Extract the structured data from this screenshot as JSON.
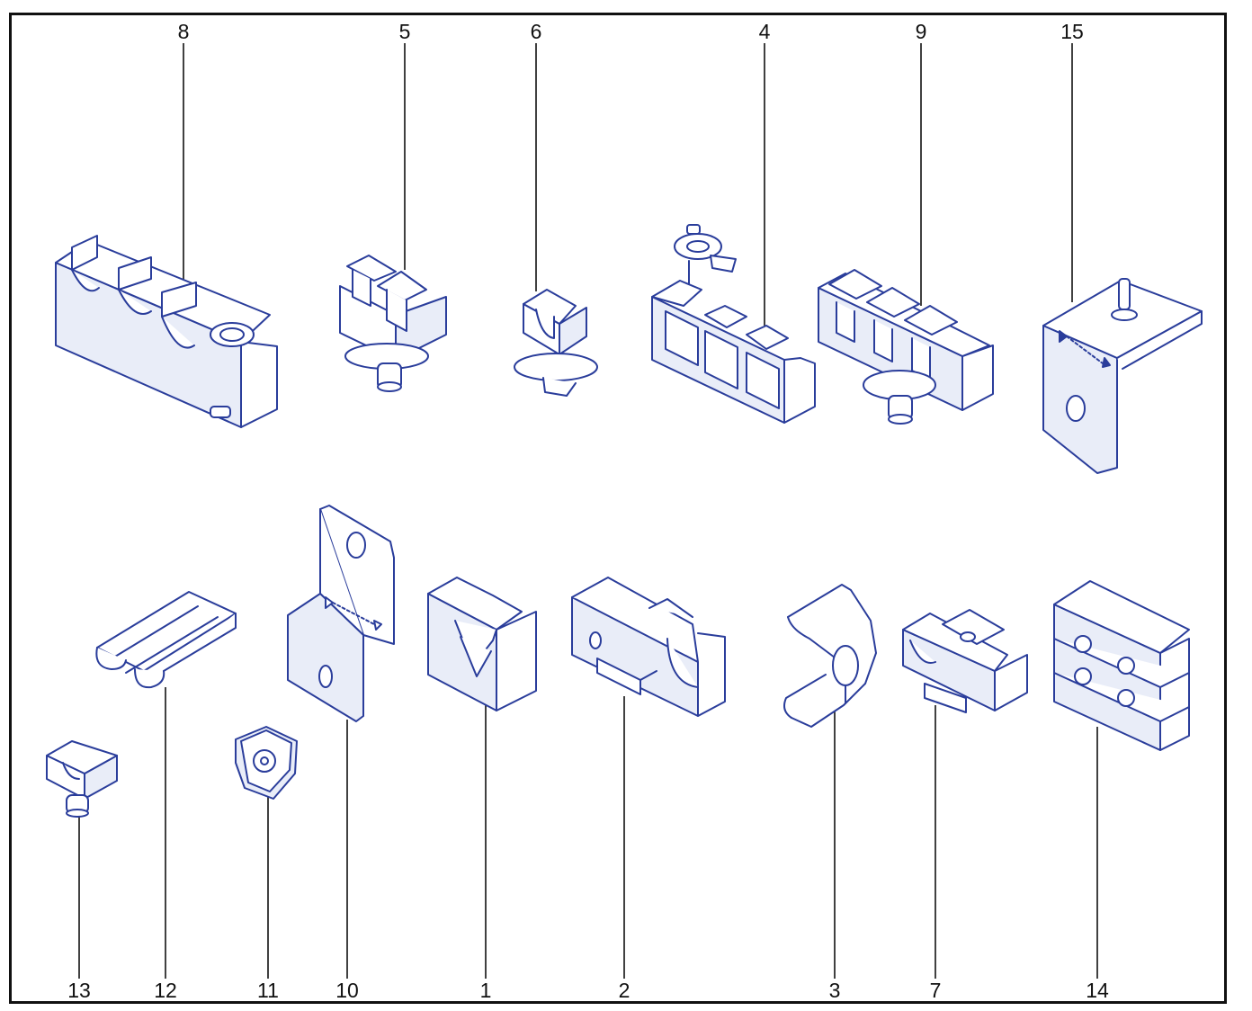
{
  "diagram": {
    "colors": {
      "outline": "#2a3d9b",
      "fill": "#ffffff",
      "shade": "#e9edf8",
      "leader": "#111111",
      "frame": "#111111"
    },
    "callouts": [
      {
        "id": "8",
        "label": "8"
      },
      {
        "id": "5",
        "label": "5"
      },
      {
        "id": "6",
        "label": "6"
      },
      {
        "id": "4",
        "label": "4"
      },
      {
        "id": "9",
        "label": "9"
      },
      {
        "id": "15",
        "label": "15"
      },
      {
        "id": "13",
        "label": "13"
      },
      {
        "id": "12",
        "label": "12"
      },
      {
        "id": "11",
        "label": "11"
      },
      {
        "id": "10",
        "label": "10"
      },
      {
        "id": "1",
        "label": "1"
      },
      {
        "id": "2",
        "label": "2"
      },
      {
        "id": "3",
        "label": "3"
      },
      {
        "id": "7",
        "label": "7"
      },
      {
        "id": "14",
        "label": "14"
      }
    ]
  }
}
